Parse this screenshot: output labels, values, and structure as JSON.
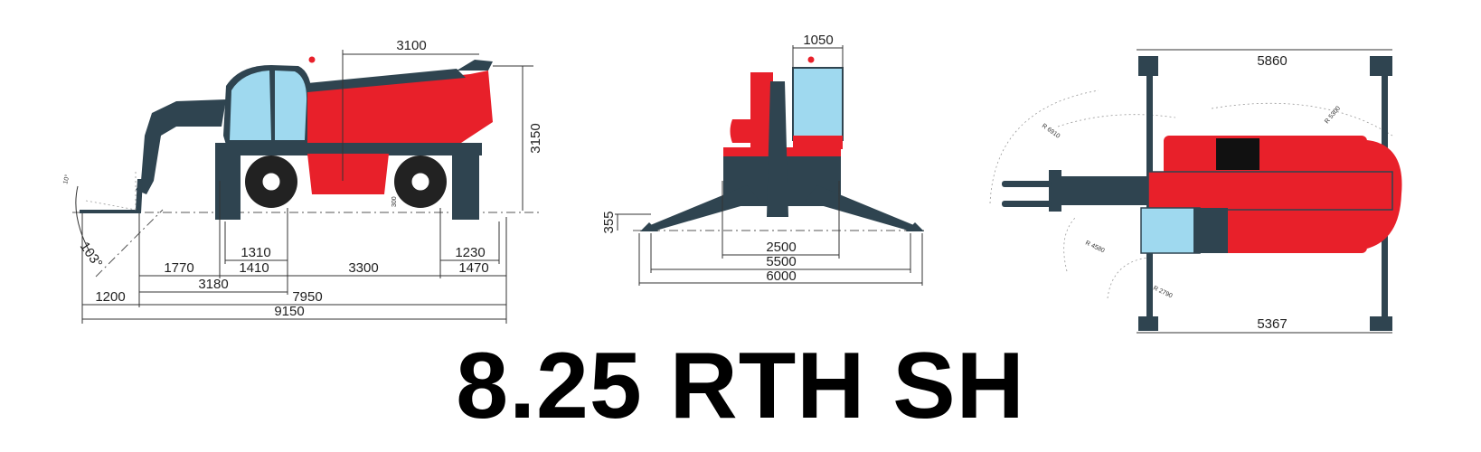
{
  "title": "8.25 RTH SH",
  "colors": {
    "body_red": "#e8202a",
    "chassis_dark": "#2f4450",
    "cab_glass": "#9fd9ef"
  },
  "side_view": {
    "angle_tilt": "10°",
    "angle_dump": "103°",
    "ground_clearance": "300",
    "dimensions": {
      "boom_overhang": "3100",
      "height": "3150",
      "front_outrigger": "1310",
      "rear_outrigger": "1230",
      "fork_to_outrigger": "1770",
      "outrigger_to_front_axle": "1410",
      "wheelbase": "3300",
      "rear_axle_to_end": "1470",
      "fork_to_front_axle": "3180",
      "fork_length": "1200",
      "length_without_forks": "7950",
      "overall_length": "9150"
    }
  },
  "front_view": {
    "dimensions": {
      "cab_width": "1050",
      "outrigger_lift": "355",
      "track_width": "2500",
      "outrigger_span_inner": "5500",
      "outrigger_span_outer": "6000"
    }
  },
  "top_view": {
    "dimensions": {
      "outrigger_span_top": "5860",
      "outrigger_span_bottom": "5367"
    },
    "radii": [
      "R 6910",
      "R 5300",
      "R 4580",
      "R 2790"
    ]
  }
}
